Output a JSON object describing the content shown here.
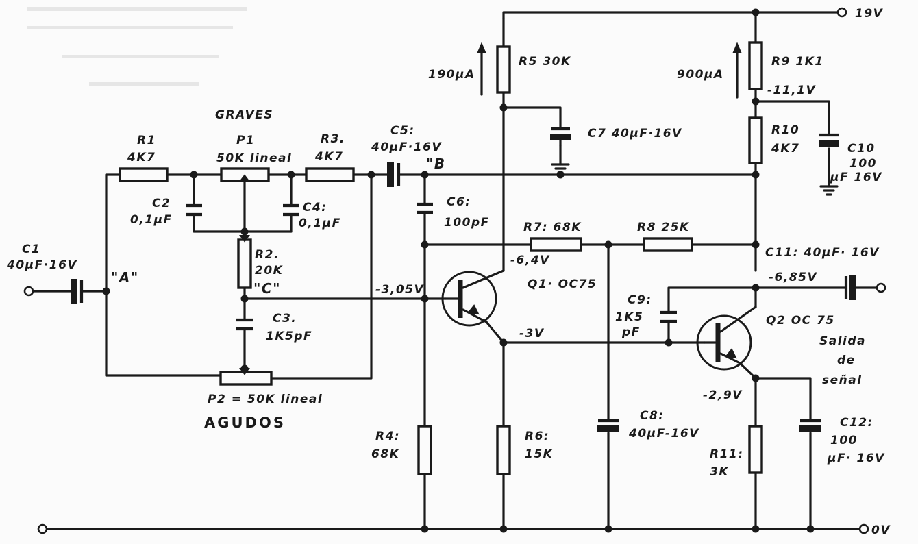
{
  "supply": {
    "plus": "19V",
    "ground": "0V"
  },
  "labels": {
    "graves": "GRAVES",
    "agudos": "AGUDOS",
    "output_line1": "Salida",
    "output_line2": "de",
    "output_line3": "señal"
  },
  "nodes": {
    "a": "\"A\"",
    "b": "\"B",
    "c": "\"C\""
  },
  "currents": {
    "i1": "190µA",
    "i2": "900µA"
  },
  "voltages": {
    "v_r9": "-11,1V",
    "v_q1_base": "-3,05V",
    "v_q1_collector": "-6,4V",
    "v_q1_emitter": "-3V",
    "v_q2_collector": "-6,85V",
    "v_q2_emitter": "-2,9V"
  },
  "components": {
    "c1_name": "C1",
    "c1_value": "40µF·16V",
    "r1_name": "R1",
    "r1_value": "4K7",
    "c2_name": "C2",
    "c2_value": "0,1µF",
    "p1_name": "P1",
    "p1_value": "50K lineal",
    "c4_name": "C4:",
    "c4_value": "0,1µF",
    "r3_name": "R3.",
    "r3_value": "4K7",
    "c5_name": "C5:",
    "c5_value": "40µF·16V",
    "r2_name": "R2.",
    "r2_value": "20K",
    "c3_name": "C3.",
    "c3_value": "1K5pF",
    "p2": "P2 = 50K lineal",
    "c6_name": "C6:",
    "c6_value": "100pF",
    "r4_name": "R4:",
    "r4_value": "68K",
    "r5": "R5  30K",
    "c7": "C7  40µF·16V",
    "r6_name": "R6:",
    "r6_value": "15K",
    "r7": "R7: 68K",
    "r8": "R8  25K",
    "q1": "Q1· OC75",
    "c8_name": "C8:",
    "c8_value": "40µF-16V",
    "c9_name": "C9:",
    "c9_value1": "1K5",
    "c9_value2": "pF",
    "r9": "R9  1K1",
    "r10_name": "R10",
    "r10_value": "4K7",
    "c10_name": "C10",
    "c10_value1": "100",
    "c10_value2": "µF 16V",
    "c11": "C11: 40µF· 16V",
    "q2": "Q2  OC 75",
    "r11_name": "R11:",
    "r11_value": "3K",
    "c12_name": "C12:",
    "c12_value1": "100",
    "c12_value2": "µF· 16V"
  }
}
